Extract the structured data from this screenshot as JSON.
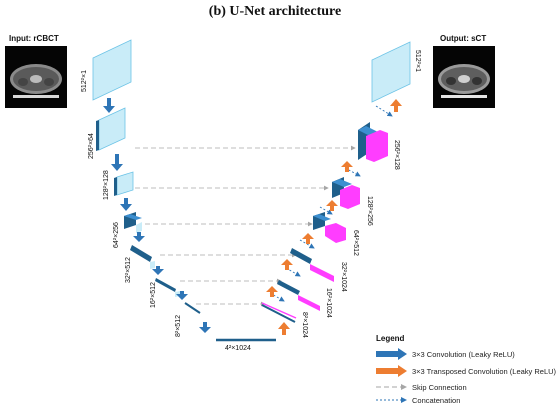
{
  "figure": {
    "title": "(b) U-Net architecture",
    "input_label": "Input: rCBCT",
    "output_label": "Output: sCT"
  },
  "dims": {
    "enc0": "512²×1",
    "enc1": "256²×64",
    "enc2": "128²×128",
    "enc3": "64²×256",
    "enc4": "32²×512",
    "enc5": "16²×512",
    "enc6": "8²×512",
    "bottleneck": "4²×1024",
    "dec6": "8²×1024",
    "dec5": "16²×1024",
    "dec4": "32²×1024",
    "dec3": "64²×512",
    "dec2": "128²×256",
    "dec1": "256²×128",
    "dec0": "512²×1"
  },
  "legend": {
    "title": "Legend",
    "items": [
      {
        "label": "3×3 Convolution (Leaky ReLU)",
        "icon": "blue-arrow-icon",
        "color": "#2e75b6"
      },
      {
        "label": "3×3 Transposed Convolution (Leaky ReLU)",
        "icon": "orange-arrow-icon",
        "color": "#ed7d31"
      },
      {
        "label": "Skip Connection",
        "icon": "dashed-arrow-icon",
        "color": "#a6a6a6"
      },
      {
        "label": "Concatenation",
        "icon": "dotted-arrow-icon",
        "color": "#2e75b6"
      }
    ]
  },
  "colors": {
    "encoder_light": "#c9ecf8",
    "encoder_dark": "#1f5f8b",
    "decoder_magenta": "#ff3dff",
    "conv_arrow": "#2e75b6",
    "transposed_arrow": "#ed7d31"
  }
}
